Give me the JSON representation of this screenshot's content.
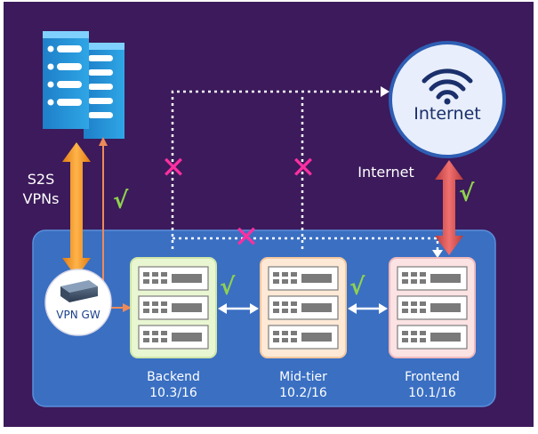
{
  "labels": {
    "s2s_line1": "S2S",
    "s2s_line2": "VPNs",
    "vpn_gw": "VPN GW",
    "internet_cloud": "Internet",
    "internet_link": "Internet"
  },
  "tiers": [
    {
      "name": "Backend",
      "subnet": "10.3/16"
    },
    {
      "name": "Mid-tier",
      "subnet": "10.2/16"
    },
    {
      "name": "Frontend",
      "subnet": "10.1/16"
    }
  ],
  "marks": {
    "check": "√",
    "blocked": "✕"
  },
  "colors": {
    "background": "#3c1a5b",
    "vnet": "#3a6fc2",
    "backend_server": "#e9f6d2",
    "midtier_server": "#fde9d6",
    "frontend_server": "#fbe2e3",
    "check": "#8fd14f",
    "blocked": "#ff2fa0",
    "s2s_arrow": "#f39a2a",
    "internet_arrow": "#d94f4f"
  }
}
